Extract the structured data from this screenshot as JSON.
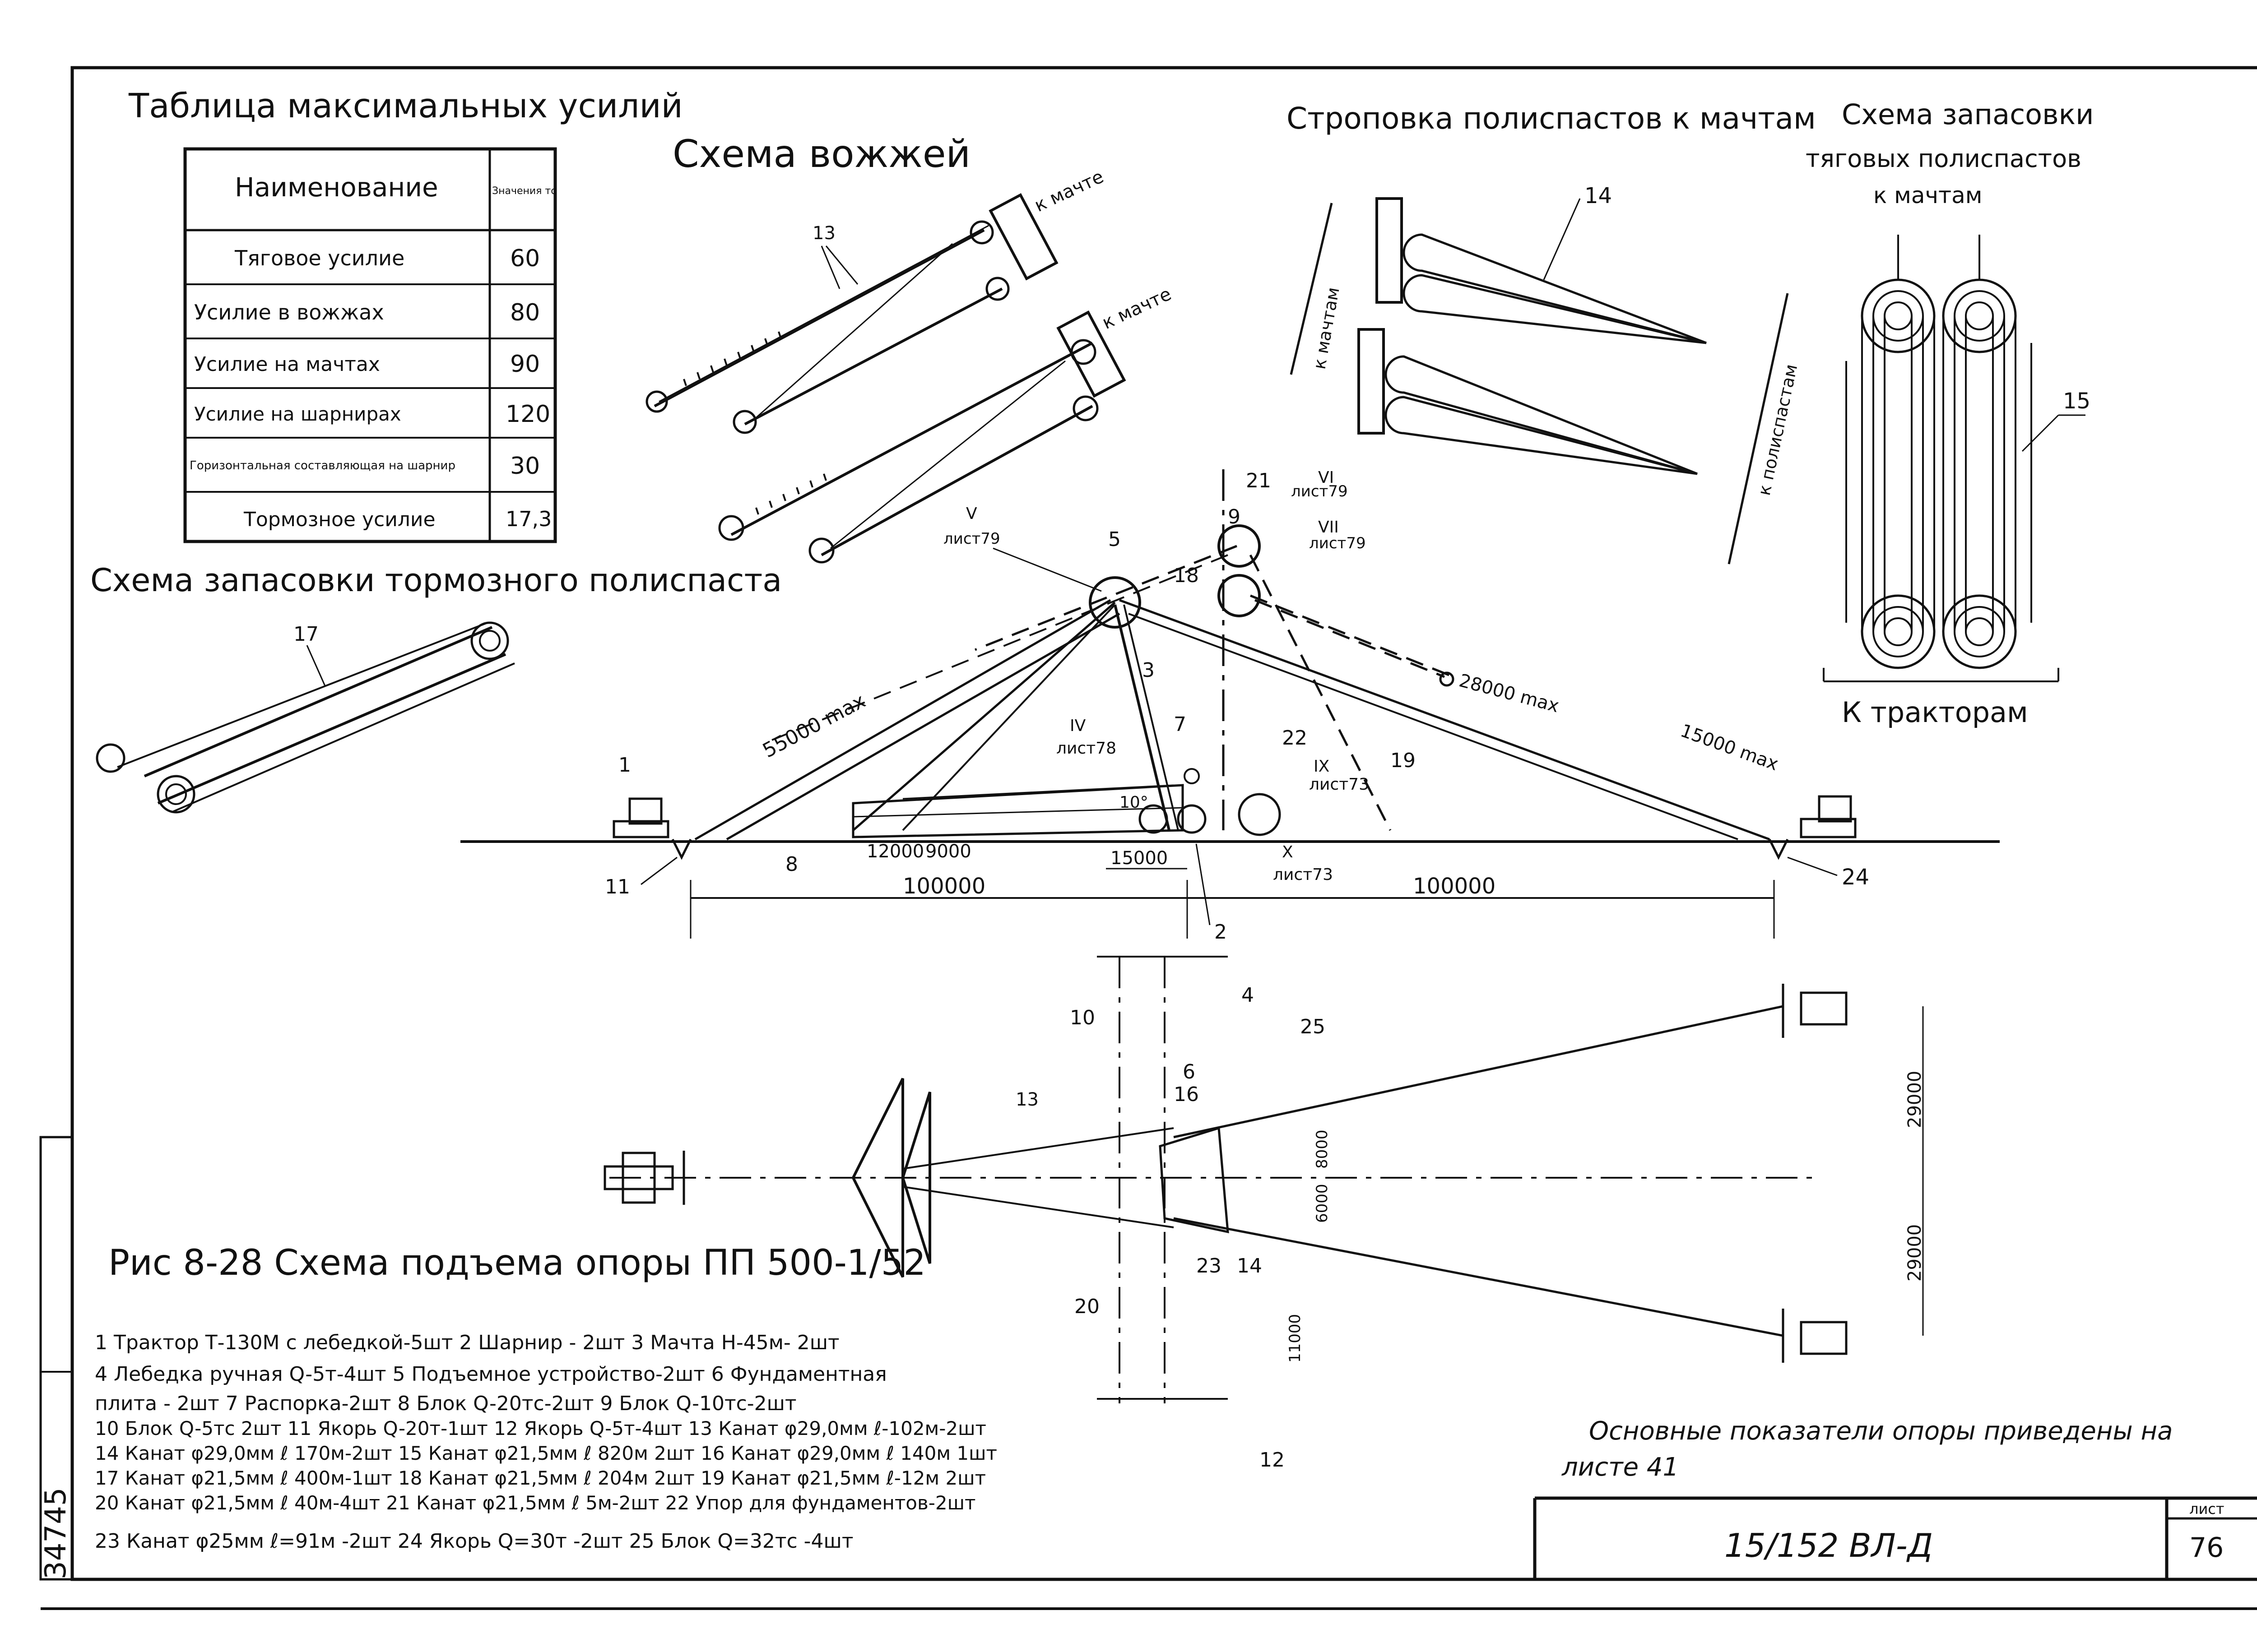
{
  "forces_table": {
    "title": "Таблица максимальных усилий",
    "header": [
      "Наименование",
      "Значения тс"
    ],
    "rows": [
      [
        "Тяговое усилие",
        "60"
      ],
      [
        "Усилие в вожжах",
        "80"
      ],
      [
        "Усилие на мачтах",
        "90"
      ],
      [
        "Усилие на шарнирах",
        "120"
      ],
      [
        "Горизонтальная составляющая на шарнир",
        "30"
      ],
      [
        "Тормозное усилие",
        "17,3"
      ]
    ]
  },
  "headings": {
    "reins": "Схема вожжей",
    "slinging": "Строповка полиспастов к мачтам",
    "reeving_traction": [
      "Схема запасовки",
      "тяговых полиспастов",
      "к мачтам"
    ],
    "reeving_brake": "Схема запасовки тормозного полиспаста",
    "to_tractors": "К тракторам"
  },
  "labels": {
    "to_mast_1": "к мачте",
    "to_mast_2": "к мачте",
    "to_masts": "к мачтам",
    "to_blocks": "к полиспастам",
    "sheet_v": "V",
    "sheet_vi": "VI",
    "sheet_vii": "VII",
    "sheet_iv": "IV",
    "sheet_ix": "IX",
    "sheet_x": "X",
    "list79": "лист79",
    "list78": "лист78",
    "list73": "лист73"
  },
  "callouts": [
    "1",
    "2",
    "3",
    "4",
    "5",
    "6",
    "7",
    "8",
    "9",
    "10",
    "11",
    "12",
    "13",
    "14",
    "15",
    "16",
    "17",
    "18",
    "19",
    "20",
    "21",
    "22",
    "23",
    "24",
    "25"
  ],
  "dimensions": {
    "d55000": "55000 max",
    "d28000": "28000 max",
    "d15000a": "15000 max",
    "d12000": "12000",
    "d9000": "9000",
    "d15000": "15000",
    "d100000a": "100000",
    "d100000b": "100000",
    "d29000a": "29000",
    "d29000b": "29000",
    "d8000": "8000",
    "d6000": "6000",
    "d11000": "11000",
    "angle10": "10°"
  },
  "caption": {
    "figure": "Рис 8-28 Схема подъема опоры ПП 500-1/52",
    "legend": [
      "1 Трактор Т-130М с лебедкой-5шт 2 Шарнир - 2шт 3 Мачта Н-45м- 2шт",
      "4 Лебедка ручная Q-5т-4шт 5 Подъемное устройство-2шт 6 Фундаментная",
      "плита - 2шт 7 Распорка-2шт 8 Блок Q-20тс-2шт 9 Блок Q-10тс-2шт",
      "10 Блок Q-5тс 2шт 11 Якорь Q-20т-1шт 12 Якорь Q-5т-4шт 13 Канат φ29,0мм ℓ-102м-2шт",
      "14 Канат φ29,0мм ℓ 170м-2шт 15 Канат φ21,5мм ℓ 820м 2шт 16 Канат φ29,0мм ℓ 140м 1шт",
      "17 Канат φ21,5мм ℓ 400м-1шт 18 Канат φ21,5мм ℓ 204м 2шт 19 Канат φ21,5мм ℓ-12м 2шт",
      "20 Канат φ21,5мм ℓ 40м-4шт 21 Канат φ21,5мм ℓ 5м-2шт 22 Упор для фундаментов-2шт",
      "23 Канат φ25мм ℓ=91м -2шт  24 Якорь Q=30т -2шт 25 Блок Q=32тс -4шт"
    ]
  },
  "note": [
    "Основные показатели опоры приведены на",
    "листе 41"
  ],
  "title_block": {
    "code": "15/152 ВЛ-Д",
    "sheet_label": "лист",
    "sheet_no": "76"
  },
  "archive_no": "34745"
}
